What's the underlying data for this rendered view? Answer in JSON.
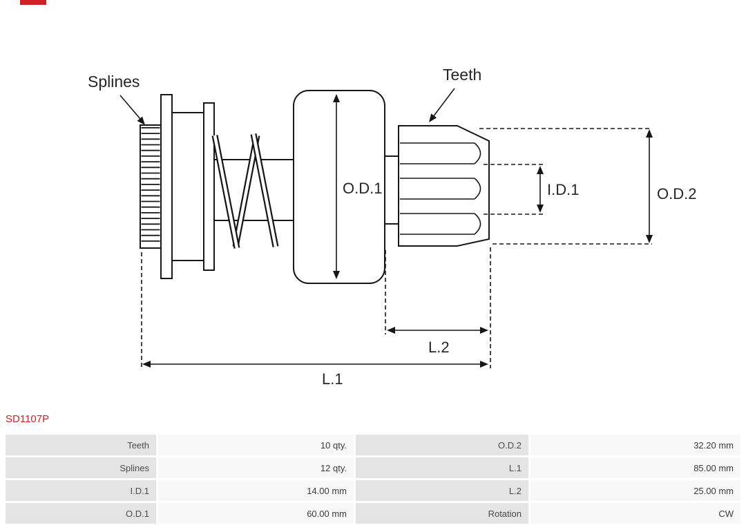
{
  "brand": {
    "accent_color": "#cc2127"
  },
  "part_number": "SD1107P",
  "diagram": {
    "labels": {
      "splines": "Splines",
      "teeth": "Teeth",
      "od1": "O.D.1",
      "id1": "I.D.1",
      "od2": "O.D.2",
      "l1": "L.1",
      "l2": "L.2"
    }
  },
  "specs": {
    "rows": [
      {
        "label_left": "Teeth",
        "value_left": "10 qty.",
        "label_right": "O.D.2",
        "value_right": "32.20 mm"
      },
      {
        "label_left": "Splines",
        "value_left": "12 qty.",
        "label_right": "L.1",
        "value_right": "85.00 mm"
      },
      {
        "label_left": "I.D.1",
        "value_left": "14.00 mm",
        "label_right": "L.2",
        "value_right": "25.00 mm"
      },
      {
        "label_left": "O.D.1",
        "value_left": "60.00 mm",
        "label_right": "Rotation",
        "value_right": "CW"
      }
    ]
  }
}
